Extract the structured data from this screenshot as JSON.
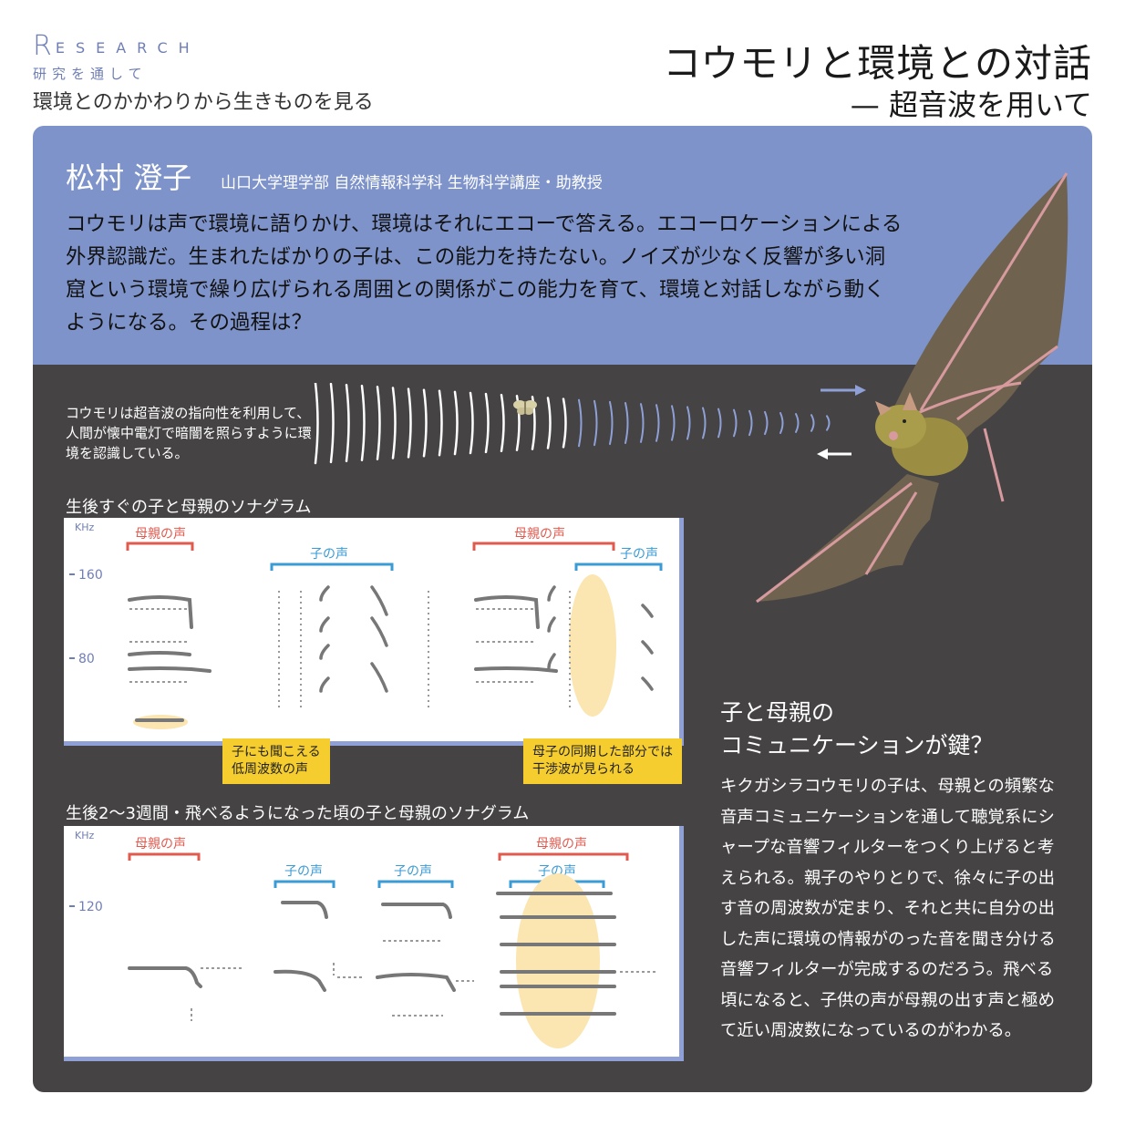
{
  "header": {
    "research_initial": "R",
    "research_rest": "ESEARCH",
    "research_sub": "研究を通して",
    "research_tag": "環境とのかかわりから生きものを見る",
    "title": "コウモリと環境との対話",
    "subtitle": "— 超音波を用いて"
  },
  "author": {
    "name": "松村 澄子",
    "affiliation": "山口大学理学部 自然情報科学科 生物科学講座・助教授"
  },
  "intro": "コウモリは声で環境に語りかけ、環境はそれにエコーで答える。エコーロケーションによる外界認識だ。生まれたばかりの子は、この能力を持たない。ノイズが少なく反響が多い洞窟という環境で繰り広げられる周囲との関係がこの能力を育て、環境と対話しながら動くようになる。その過程は？",
  "bat_note": "コウモリは超音波の指向性を利用して、人間が懐中電灯で暗闇を照らすように環境を認識している。",
  "sonogram1": {
    "label": "生後すぐの子と母親のソナグラム",
    "unit": "KHz",
    "ticks": [
      "160",
      "80"
    ],
    "mother_label_a": "母親の声",
    "child_label_a": "子の声",
    "mother_label_b": "母親の声",
    "child_label_b": "子の声",
    "callout_left": [
      "子にも聞こえる",
      "低周波数の声"
    ],
    "callout_right": [
      "母子の同期した部分では",
      "干渉波が見られる"
    ]
  },
  "sonogram2": {
    "label": "生後2〜3週間・飛べるようになった頃の子と母親のソナグラム",
    "unit": "KHz",
    "ticks": [
      "120"
    ],
    "mother_label_a": "母親の声",
    "child_label_a": "子の声",
    "child_label_b": "子の声",
    "mother_label_b": "母親の声",
    "child_label_c": "子の声"
  },
  "right": {
    "heading_line1": "子と母親の",
    "heading_line2": "コミュニケーションが鍵？",
    "body": "キクガシラコウモリの子は、母親との頻繁な音声コミュニケーションを通して聴覚系にシャープな音響フィルターをつくり上げると考えられる。親子のやりとりで、徐々に子の出す音の周波数が定まり、それと共に自分の出した声に環境の情報がのった音を聞き分ける音響フィルターが完成するのだろう。飛べる頃になると、子供の声が母親の出す声と極めて近い周波数になっているのがわかる。"
  },
  "colors": {
    "accent_blue": "#7e93c9",
    "dark_panel": "#454344",
    "mother_red": "#e05a4e",
    "child_blue": "#3a9bd5",
    "callout_yellow": "#f5cd2f",
    "highlight": "#fbe5b0",
    "bat_body": "#6f6350"
  }
}
